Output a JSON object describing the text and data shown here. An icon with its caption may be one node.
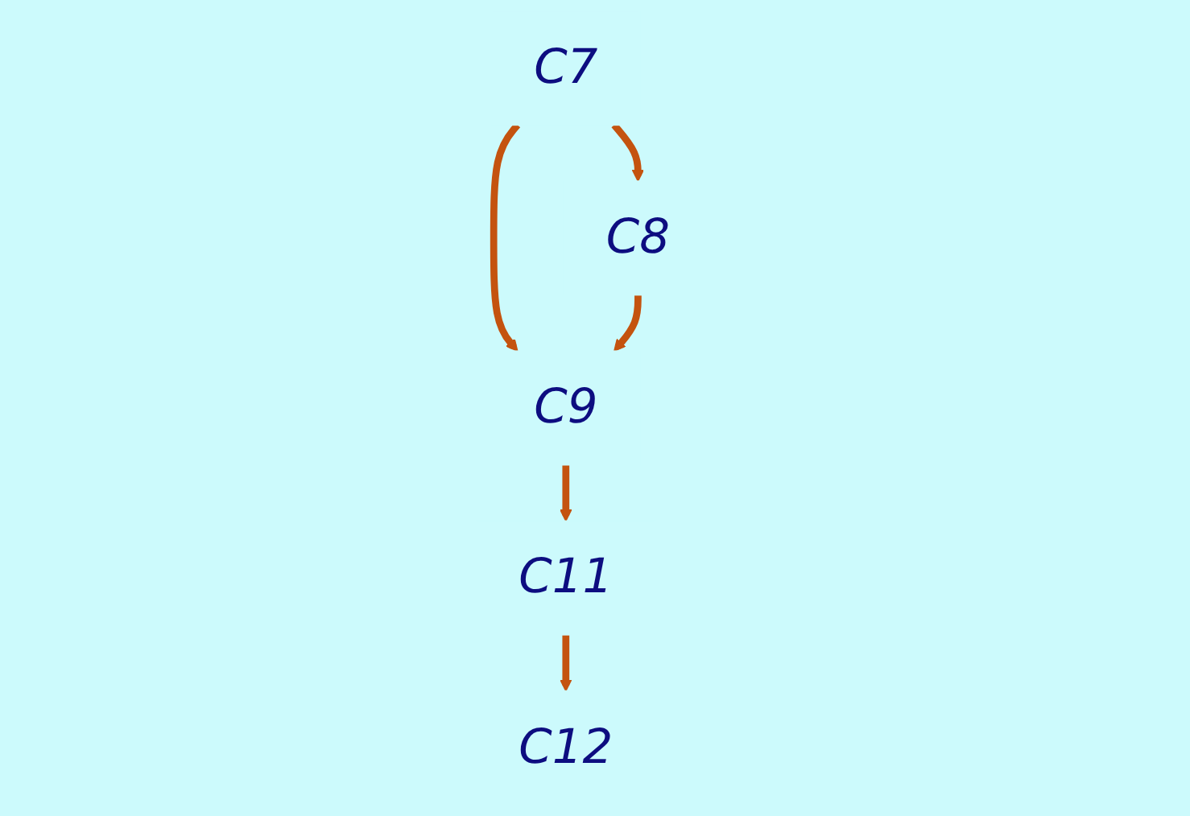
{
  "diagram": {
    "nodes": [
      {
        "text": [
          "C7"
        ]
      },
      {
        "text": [
          "C8"
        ]
      },
      {
        "text": [
          "C9"
        ]
      },
      {
        "text": [
          "C11"
        ]
      },
      {
        "text": [
          "C12"
        ]
      }
    ],
    "edges": [
      {
        "from": 0,
        "to": 1,
        "arrow": "to"
      },
      {
        "from": 0,
        "to": 2,
        "arrow": "to"
      },
      {
        "from": 1,
        "to": 2,
        "arrow": "to"
      },
      {
        "from": 2,
        "to": 3,
        "arrow": "to"
      },
      {
        "from": 3,
        "to": 4,
        "arrow": "to"
      }
    ]
  }
}
